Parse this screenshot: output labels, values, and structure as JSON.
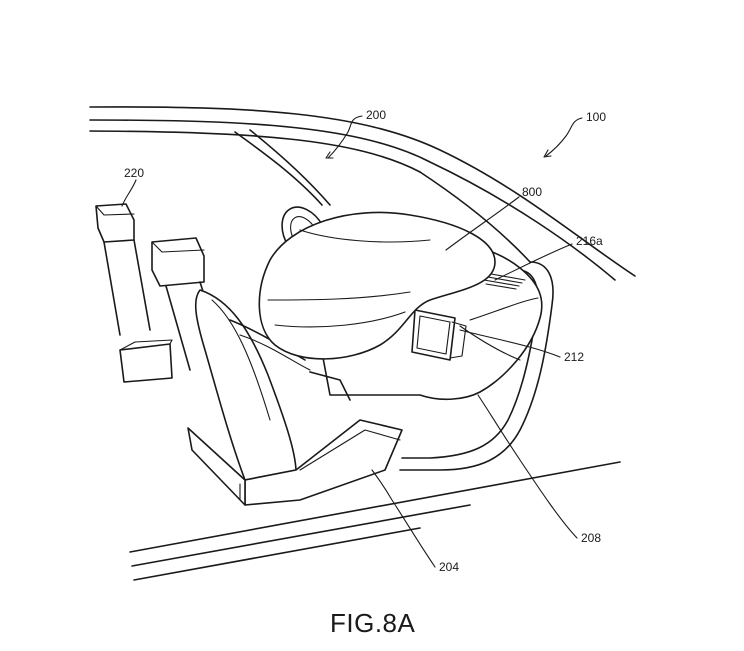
{
  "figure": {
    "caption": "FIG.8A",
    "refs": {
      "vehicle": "100",
      "cabin": "200",
      "seat": "204",
      "dashboard": "208",
      "display": "212",
      "vent": "216a",
      "rear_seat": "220",
      "airbag": "800"
    }
  }
}
